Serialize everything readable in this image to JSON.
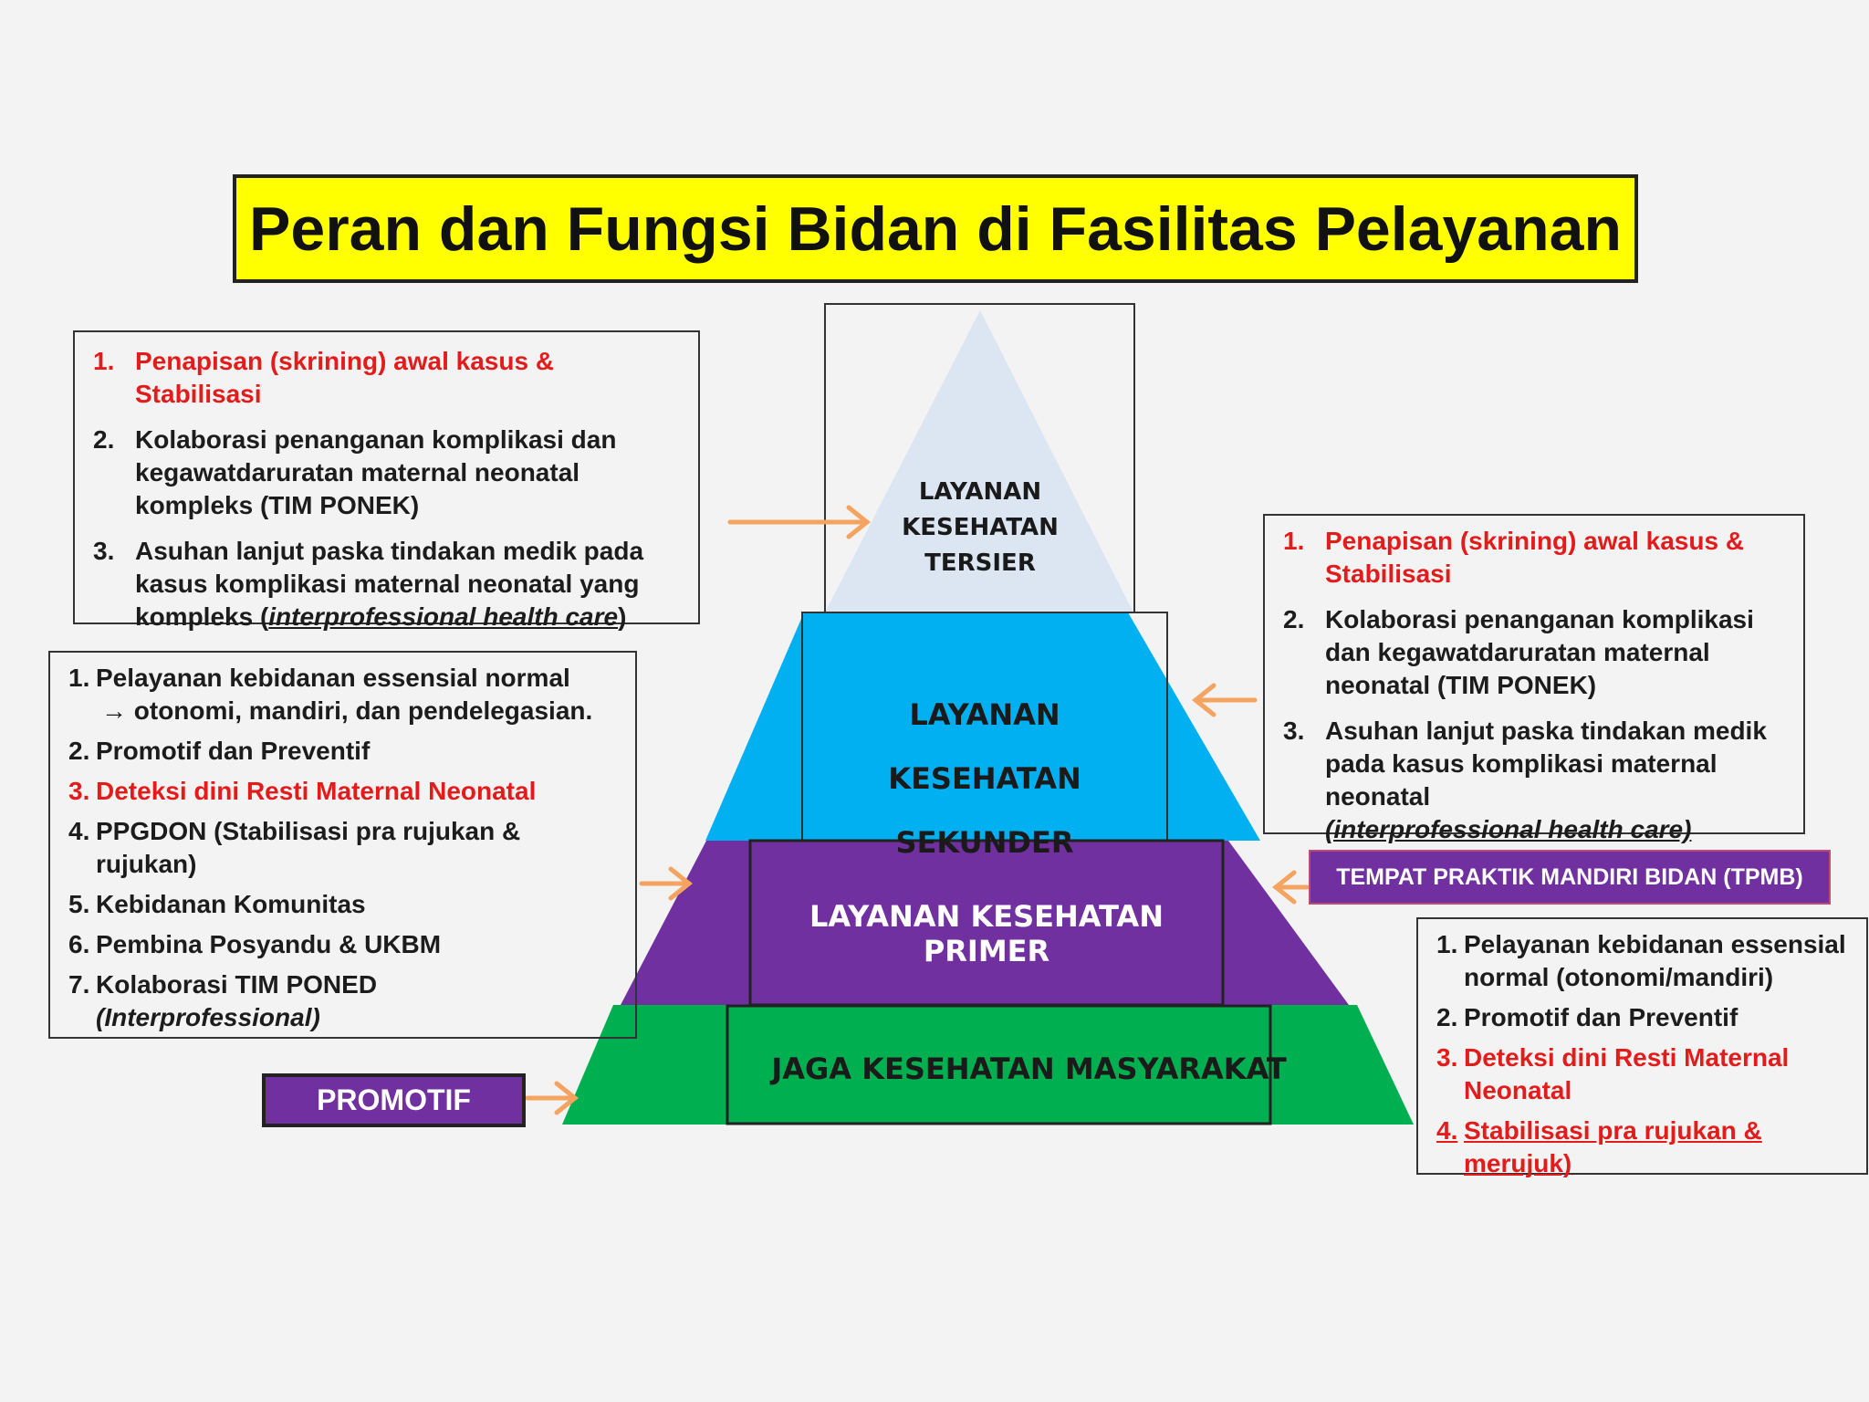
{
  "title": "Peran dan Fungsi Bidan di Fasilitas Pelayanan",
  "colors": {
    "title_bg": "#ffff00",
    "tersier": "#dce6f2",
    "sekunder": "#00b0f0",
    "primer": "#7030a0",
    "masyarakat": "#00b050",
    "arrow": "#f4a460",
    "highlight_text": "#e41b1b"
  },
  "pyramid": {
    "tersier": [
      "LAYANAN",
      "KESEHATAN",
      "TERSIER"
    ],
    "sekunder": [
      "LAYANAN",
      "KESEHATAN  SEKUNDER"
    ],
    "primer": "LAYANAN KESEHATAN PRIMER",
    "masyarakat": "JAGA KESEHATAN MASYARAKAT"
  },
  "left_top": {
    "items": [
      {
        "num": "1.",
        "text": "Penapisan  (skrining)  awal kasus & Stabilisasi",
        "highlight": true
      },
      {
        "num": "2.",
        "text": "Kolaborasi penanganan komplikasi dan kegawatdaruratan maternal neonatal kompleks (TIM PONEK)"
      },
      {
        "num": "3.",
        "text": "Asuhan lanjut paska tindakan medik pada kasus komplikasi maternal neonatal yang kompleks (",
        "italic": "interprofessional health care",
        "tail": ")"
      }
    ]
  },
  "left_mid": {
    "items": [
      {
        "num": "1.",
        "text": "Pelayanan kebidanan essensial normal",
        "line2": "→ otonomi, mandiri, dan pendelegasian."
      },
      {
        "num": "2.",
        "text": "Promotif dan Preventif"
      },
      {
        "num": "3.",
        "text": "Deteksi dini Resti Maternal Neonatal",
        "highlight": true
      },
      {
        "num": "4.",
        "text": "PPGDON (Stabilisasi pra rujukan & rujukan)"
      },
      {
        "num": "5.",
        "text": "Kebidanan Komunitas"
      },
      {
        "num": "6.",
        "text": "Pembina Posyandu & UKBM"
      },
      {
        "num": "7.",
        "text": "Kolaborasi TIM PONED",
        "italic": "(Interprofessional)"
      }
    ]
  },
  "right_top": {
    "items": [
      {
        "num": "1.",
        "text": "Penapisan  (skrining)  awal kasus & Stabilisasi",
        "highlight": true
      },
      {
        "num": "2.",
        "text": "Kolaborasi penanganan komplikasi dan kegawatdaruratan maternal neonatal (TIM PONEK)"
      },
      {
        "num": "3.",
        "text": "Asuhan lanjut paska tindakan medik pada kasus komplikasi maternal neonatal",
        "italic": "(interprofessional health care)"
      }
    ]
  },
  "tpmb_label": "TEMPAT PRAKTIK MANDIRI BIDAN (TPMB)",
  "right_bottom": {
    "items": [
      {
        "num": "1.",
        "text": "Pelayanan kebidanan essensial normal (otonomi/mandiri)"
      },
      {
        "num": "2.",
        "text": "Promotif  dan Preventif"
      },
      {
        "num": "3.",
        "text": "Deteksi dini Resti Maternal Neonatal",
        "highlight": true
      },
      {
        "num": "4.",
        "text": "Stabilisasi pra rujukan & merujuk)",
        "highlight": true,
        "underline": true
      }
    ]
  },
  "promotif_label": "PROMOTIF"
}
